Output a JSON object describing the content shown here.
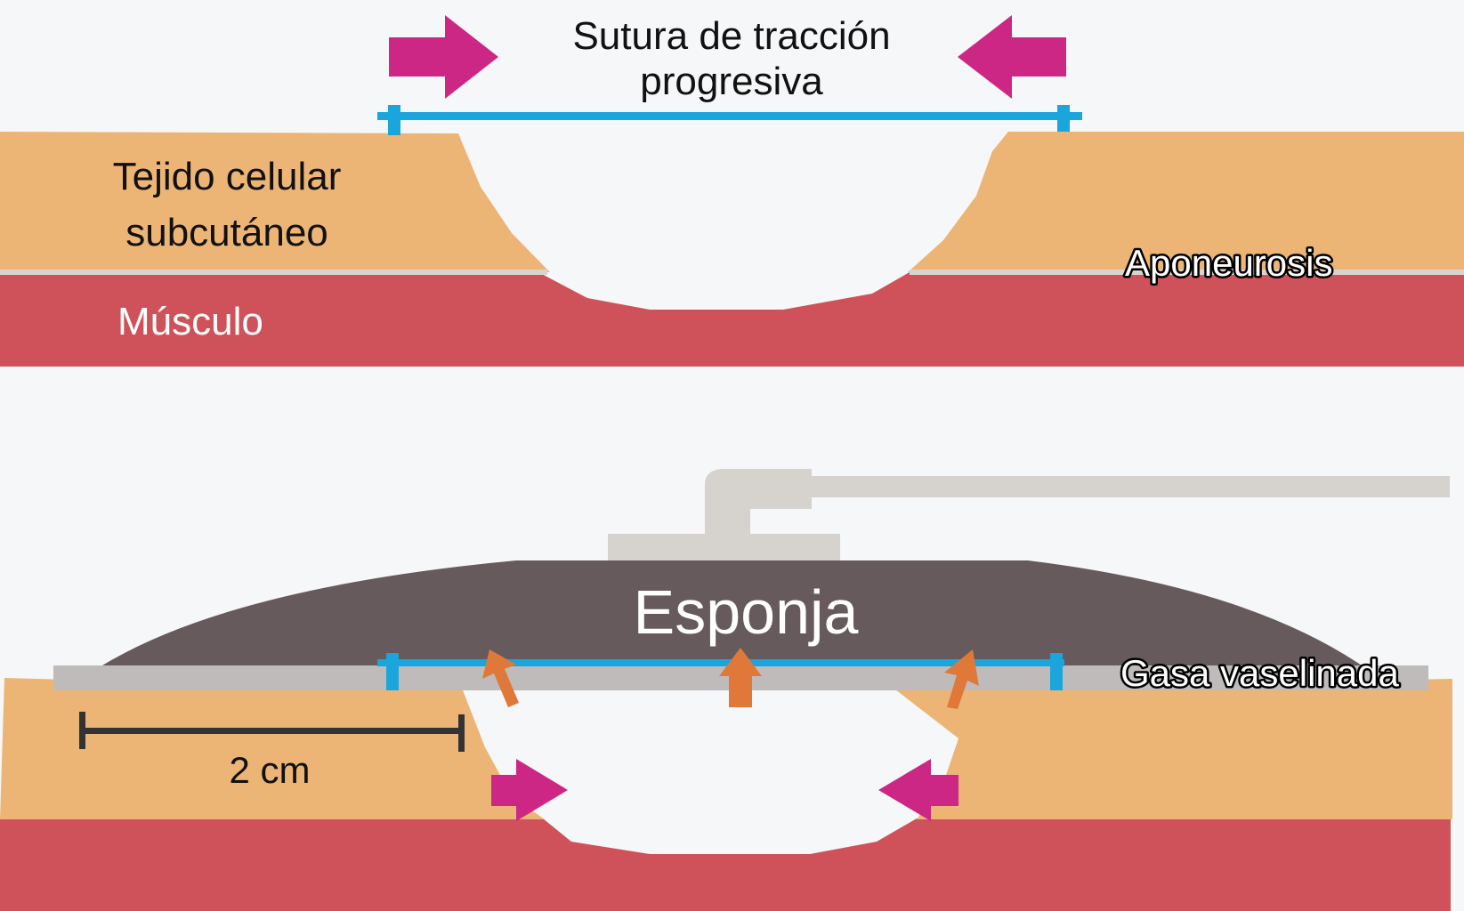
{
  "colors": {
    "fat": "#ecb576",
    "muscle": "#cf525a",
    "fascia": "#d9d4d0",
    "suture": "#1aa5dc",
    "magenta_arrow": "#cc2784",
    "orange_arrow": "#e0783a",
    "sponge": "#665a5c",
    "gauze": "#bfbbbb",
    "tube": "#d6d2ce",
    "background": "#f6f7f8"
  },
  "top_panel": {
    "title_line1": "Sutura de tracción",
    "title_line2": "progresiva",
    "label_fat_line1": "Tejido celular",
    "label_fat_line2": "subcutáneo",
    "label_muscle": "Músculo",
    "label_fascia": "Aponeurosis"
  },
  "bottom_panel": {
    "label_sponge": "Esponja",
    "label_gauze": "Gasa vaselinada",
    "scale_label": "2 cm"
  }
}
